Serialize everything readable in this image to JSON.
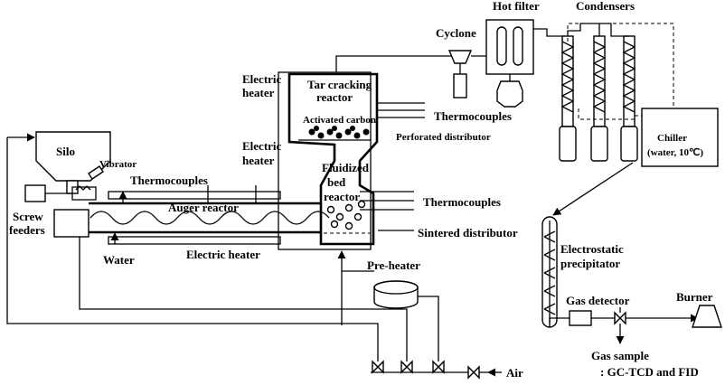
{
  "labels": {
    "hot_filter": "Hot filter",
    "condensers": "Condensers",
    "cyclone": "Cyclone",
    "electric_heater_top": "Electric heater",
    "tar_cracking_reactor": "Tar cracking reactor",
    "activated_carbon": "Activated carbon",
    "thermocouples_top": "Thermocouples",
    "perforated_distributor": "Perforated distributor",
    "electric_heater_mid": "Electric heater",
    "chiller": "Chiller",
    "chiller_spec": "(water, 10℃)",
    "silo": "Silo",
    "vibrator": "Vibrator",
    "thermocouples_auger": "Thermocouples",
    "fluidized_bed_reactor": "Fluidized bed reactor",
    "thermocouples_mid": "Thermocouples",
    "screw_feeders": "Screw feeders",
    "auger_reactor": "Auger reactor",
    "sintered_distributor": "Sintered distributor",
    "water": "Water",
    "electric_heater_bottom": "Electric heater",
    "electrostatic_precipitator": "Electrostatic precipitator",
    "pre_heater": "Pre-heater",
    "gas_detector": "Gas detector",
    "burner": "Burner",
    "gas_sample": "Gas sample",
    "gas_sample_analysis": ": GC-TCD and FID",
    "air": "Air"
  }
}
